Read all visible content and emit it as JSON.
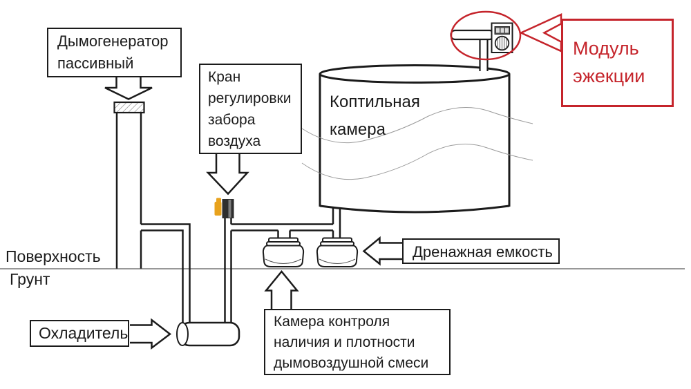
{
  "diagram": {
    "labels": {
      "smoke_generator": "Дымогенератор\nпассивный",
      "air_valve": "Кран\nрегулировки\nзабора\nвоздуха",
      "smoking_chamber": "Коптильная\nкамера",
      "ejection_module": "Модуль\nэжекции",
      "drain_tank": "Дренажная емкость",
      "surface": "Поверхность",
      "ground": "Грунт",
      "cooler": "Охладитель",
      "control_chamber": "Камера контроля\nналичия и плотности\nдымовоздушной смеси"
    },
    "icons": {
      "air_valve": "ball-valve-icon",
      "ejection_device": "fan-display-module-icon",
      "drain_containers": "glass-jar-icon",
      "chimney_cap": "hatched-cap-icon"
    },
    "colors": {
      "outline": "#1b1b1b",
      "accent_red": "#c5242b",
      "valve_yellow": "#e8a21d",
      "smoke_wave": "#9a9a9a",
      "ground_line": "#5a5a5a"
    }
  }
}
